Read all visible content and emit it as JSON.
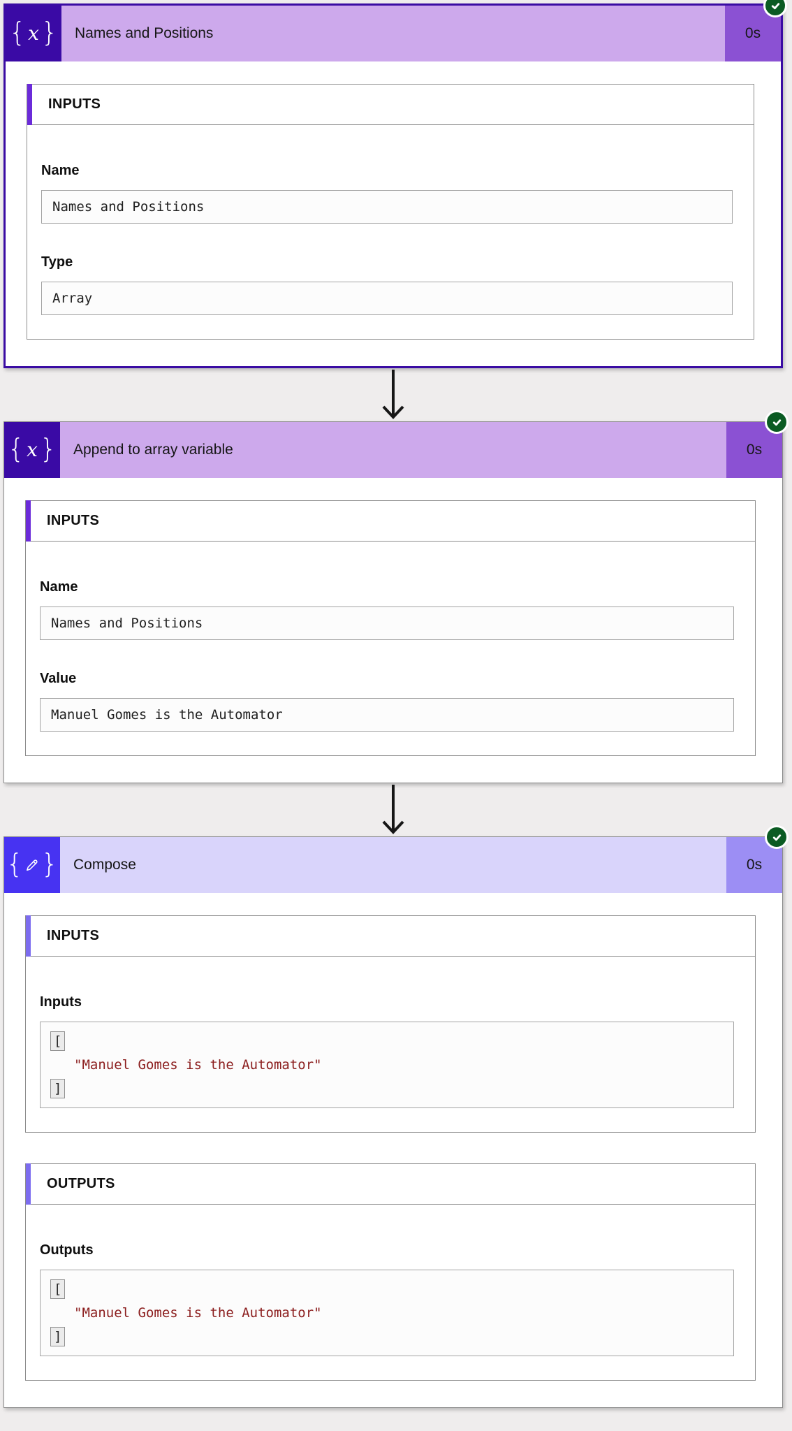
{
  "app": {
    "view_name": "Flow run details",
    "status_icon": "success-check",
    "colors": {
      "canvas_bg": "#efeded",
      "selected_card_border": "#3a0ca3",
      "variable_icon_bg": "#3a0aa5",
      "variable_header_bg": "#cda9ec",
      "variable_duration_bg": "#8b51d3",
      "variable_accent": "#6b2bd9",
      "compose_icon_bg": "#4733f2",
      "compose_header_bg": "#d9d4fb",
      "compose_duration_bg": "#9c8ef4",
      "compose_accent": "#7c6cef",
      "success_green": "#0b5b23",
      "json_string_red": "#8b1d1d"
    }
  },
  "icon_glyphs": {
    "brace_open": "{",
    "brace_close": "}",
    "variable_x": "x"
  },
  "cards": [
    {
      "title": "Names and Positions",
      "duration": "0s",
      "status": "succeeded",
      "selected": true,
      "icon": "variable-braces-x-icon",
      "sections": [
        {
          "heading": "INPUTS",
          "fields": [
            {
              "label": "Name",
              "value": "Names and Positions"
            },
            {
              "label": "Type",
              "value": "Array"
            }
          ]
        }
      ]
    },
    {
      "title": "Append to array variable",
      "duration": "0s",
      "status": "succeeded",
      "selected": false,
      "icon": "variable-braces-x-icon",
      "sections": [
        {
          "heading": "INPUTS",
          "fields": [
            {
              "label": "Name",
              "value": "Names and Positions"
            },
            {
              "label": "Value",
              "value": "Manuel Gomes is the Automator"
            }
          ]
        }
      ]
    },
    {
      "title": "Compose",
      "duration": "0s",
      "status": "succeeded",
      "selected": false,
      "icon": "compose-pencil-braces-icon",
      "sections": [
        {
          "heading": "INPUTS",
          "fields": [
            {
              "label": "Inputs",
              "json": {
                "open": "[",
                "value": "\"Manuel Gomes is the Automator\"",
                "close": "]"
              }
            }
          ]
        },
        {
          "heading": "OUTPUTS",
          "fields": [
            {
              "label": "Outputs",
              "json": {
                "open": "[",
                "value": "\"Manuel Gomes is the Automator\"",
                "close": "]"
              }
            }
          ]
        }
      ]
    }
  ]
}
